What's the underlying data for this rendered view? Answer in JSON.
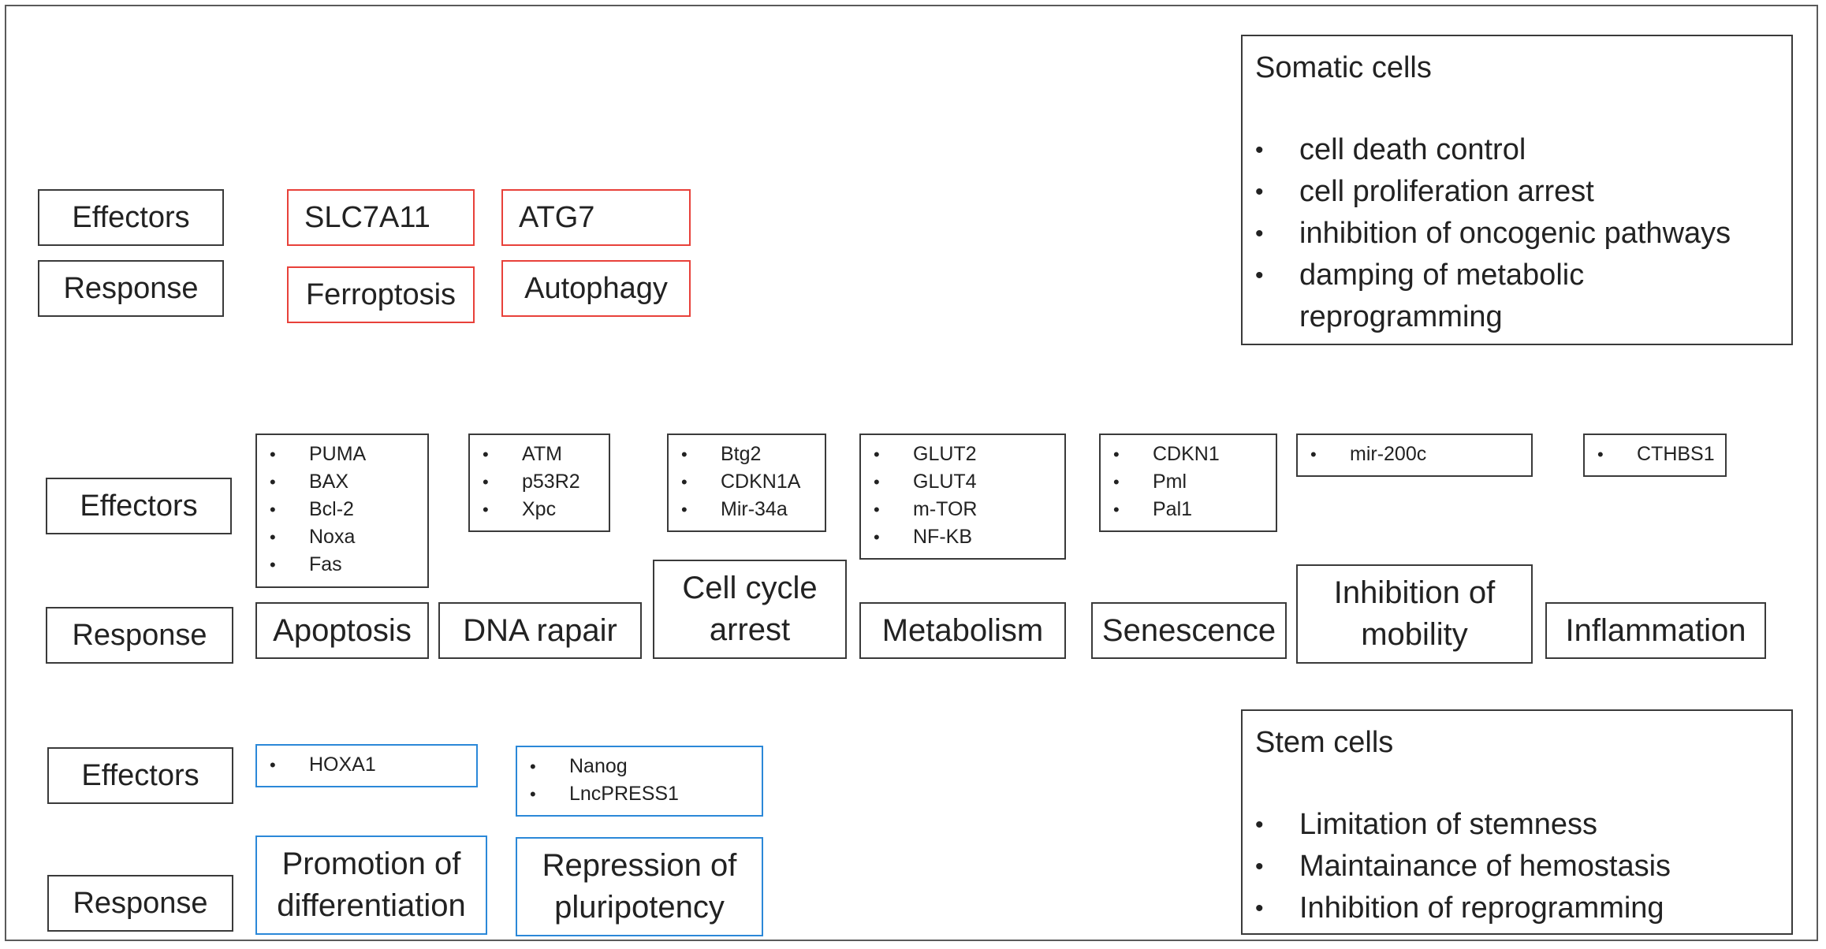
{
  "row_labels": {
    "effectors": "Effectors",
    "response": "Response"
  },
  "ferro_auto": {
    "effectors": [
      "SLC7A11",
      "ATG7"
    ],
    "responses": [
      "Ferroptosis",
      "Autophagy"
    ]
  },
  "somatic": {
    "title": "Somatic cells",
    "items": [
      "cell death control",
      "cell proliferation arrest",
      "inhibition of oncogenic pathways",
      "damping of metabolic reprogramming"
    ]
  },
  "main": {
    "groups": [
      {
        "effectors": [
          "PUMA",
          "BAX",
          "Bcl-2",
          "Noxa",
          "Fas"
        ],
        "response": "Apoptosis"
      },
      {
        "effectors": [
          "ATM",
          "p53R2",
          "Xpc"
        ],
        "response": "DNA rapair"
      },
      {
        "effectors": [
          "Btg2",
          "CDKN1A",
          "Mir-34a"
        ],
        "response": "Cell cycle arrest"
      },
      {
        "effectors": [
          "GLUT2",
          "GLUT4",
          "m-TOR",
          "NF-KB"
        ],
        "response": "Metabolism"
      },
      {
        "effectors": [
          "CDKN1",
          "Pml",
          "Pal1"
        ],
        "response": "Senescence"
      },
      {
        "effectors": [
          "mir-200c"
        ],
        "response": "Inhibition of mobility"
      },
      {
        "effectors": [
          "CTHBS1"
        ],
        "response": "Inflammation"
      }
    ]
  },
  "stem": {
    "groups": [
      {
        "effectors": [
          "HOXA1"
        ],
        "response": "Promotion of differentiation"
      },
      {
        "effectors": [
          "Nanog",
          "LncPRESS1"
        ],
        "response": "Repression of pluripotency"
      }
    ],
    "panel": {
      "title": "Stem cells",
      "items": [
        "Limitation of stemness",
        "Maintainance of hemostasis",
        "Inhibition of reprogramming"
      ]
    }
  },
  "colors": {
    "ferro_auto_border": "#e8413a",
    "stem_border": "#2b88d8",
    "default_border": "#3a3a3a"
  }
}
